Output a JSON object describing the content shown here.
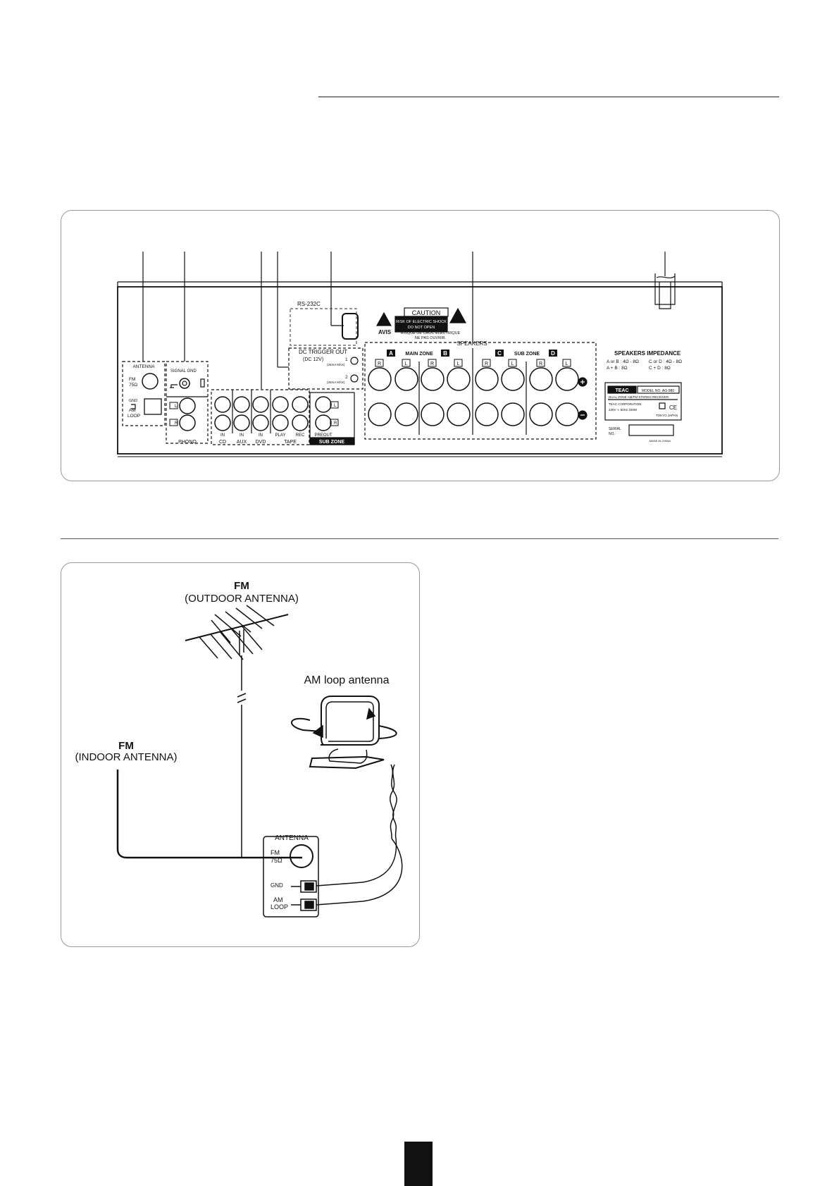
{
  "rear_panel": {
    "rs232c": "RS-232C",
    "caution": {
      "title": "CAUTION",
      "line1": "RISK OF ELECTRIC SHOCK",
      "line2": "DO NOT OPEN",
      "avis": "AVIS",
      "avis1": "RISQUE DE CHOC ELECTRIQUE",
      "avis2": "NE PAS OUVRIR."
    },
    "antenna": {
      "label": "ANTENNA",
      "fm": "FM",
      "fm_ohm": "75Ω",
      "gnd": "GND",
      "am": "AM",
      "loop": "LOOP"
    },
    "signal_gnd": "SIGNAL GND",
    "phono": "PHONO",
    "dc_trigger": {
      "label": "DC TRIGGER OUT",
      "sub": "(DC 12V)",
      "out1": "1",
      "out2": "2",
      "max": "(25mA MAX)"
    },
    "inputs": {
      "in": "IN",
      "cd": "CD",
      "aux": "AUX",
      "dvd": "DVD",
      "tape": "TAPE",
      "play": "PLAY",
      "rec": "REC"
    },
    "sub_zone_out": {
      "preout": "PREOUT",
      "label": "SUB ZONE"
    },
    "channel_l": "L",
    "channel_r": "R",
    "speakers": {
      "label": "SPEAKERS",
      "main_zone": "MAIN ZONE",
      "sub_zone": "SUB ZONE",
      "a": "A",
      "b": "B",
      "c": "C",
      "d": "D"
    },
    "impedance": {
      "title": "SPEAKERS IMPEDANCE",
      "ab_or": "A or B : 4Ω - 8Ω",
      "cd_or": "C or D : 4Ω - 8Ω",
      "ab_plus": "A + B : 8Ω",
      "cd_plus": "C + D : 8Ω"
    },
    "rating": {
      "brand": "TEAC",
      "model": "MODEL NO. AG-980",
      "desc": "DUAL ZONE AM/FM STEREO RECEIVER",
      "corp": "TEAC CORPORATION",
      "power": "230V ∿ 50Hz 330W",
      "city": "TOKYO JAPAN"
    },
    "serial": {
      "line1": "SERIAL",
      "line2": "NO."
    },
    "made_in": "MADE IN CHINA"
  },
  "antenna_diagram": {
    "fm_outdoor_title": "FM",
    "fm_outdoor_sub": "(OUTDOOR ANTENNA)",
    "am_loop_label": "AM loop antenna",
    "fm_indoor_title": "FM",
    "fm_indoor_sub": "(INDOOR ANTENNA)",
    "antenna_label": "ANTENNA",
    "fm": "FM",
    "fm_ohm": "75Ω",
    "gnd": "GND",
    "am": "AM",
    "loop": "LOOP"
  },
  "colors": {
    "ink": "#111111",
    "panel_border": "#999999",
    "paper": "#ffffff"
  }
}
